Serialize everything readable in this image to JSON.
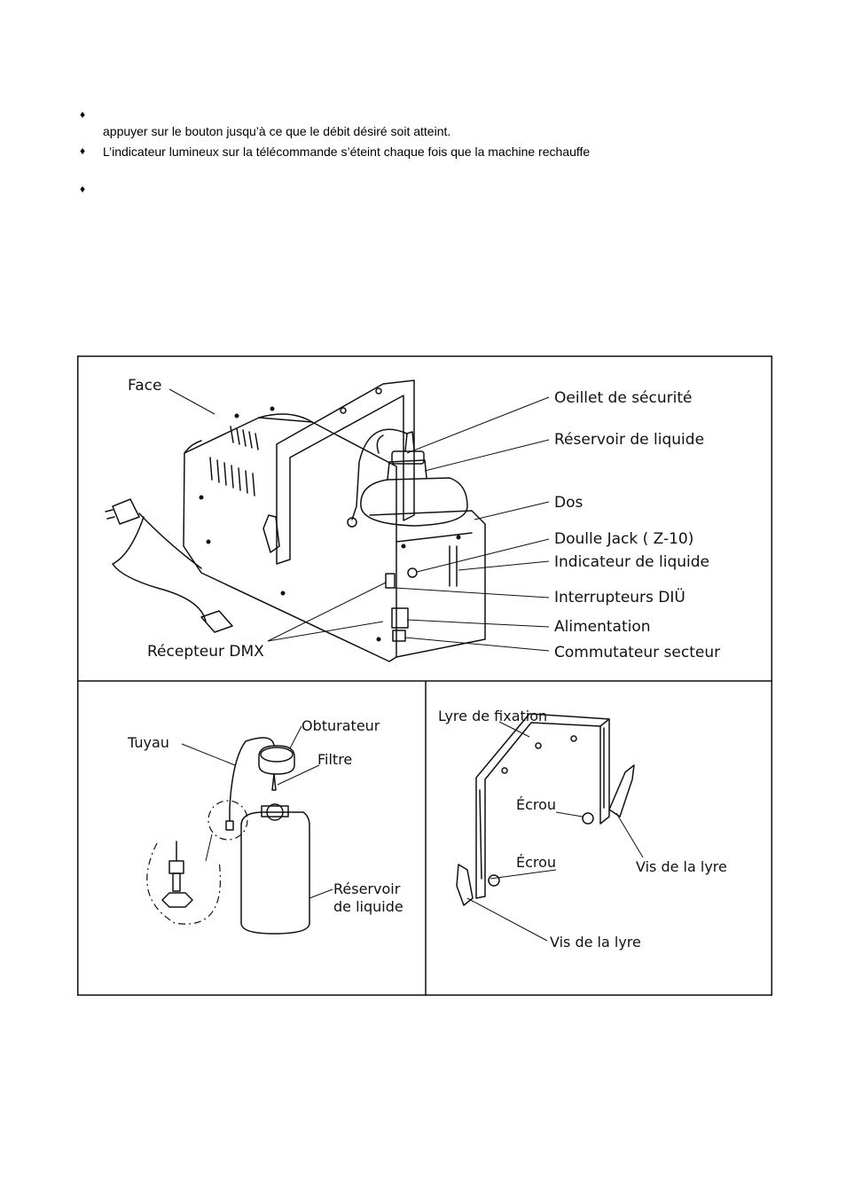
{
  "bullets": {
    "glyph": "♦",
    "b1_line2": "appuyer sur le bouton jusqu’à ce que le débit désiré soit atteint.",
    "b2_text": "L’indicateur lumineux sur la télécommande s’éteint chaque fois que la machine rechauffe"
  },
  "figure_main": {
    "face": "Face",
    "oeillet": "Oeillet de sécurité",
    "reservoir": "Réservoir de liquide",
    "dos": "Dos",
    "doulle": "Doulle Jack ( Z-10)",
    "indicateur": "Indicateur de liquide",
    "interrupteurs": "Interrupteurs DIÜ",
    "alimentation": "Alimentation",
    "commutateur": "Commutateur secteur",
    "recepteur": "Récepteur DMX"
  },
  "figure_tank": {
    "tuyau": "Tuyau",
    "obturateur": "Obturateur",
    "filtre": "Filtre",
    "reservoir_line1": "Réservoir",
    "reservoir_line2": "de liquide"
  },
  "figure_bracket": {
    "lyre": "Lyre de fixation",
    "ecrou1": "Écrou",
    "ecrou2": "Écrou",
    "vis1": "Vis de la lyre",
    "vis2": "Vis de la lyre"
  }
}
